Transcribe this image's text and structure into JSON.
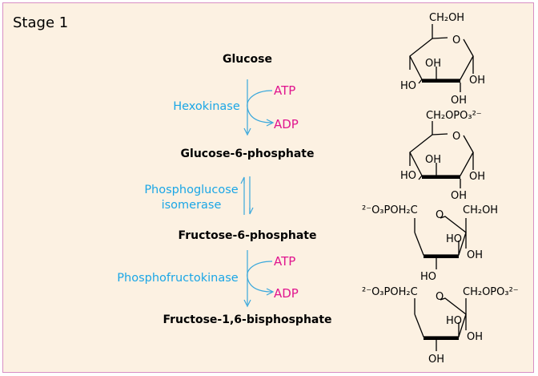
{
  "stage_label": "Stage 1",
  "metabolites": {
    "glucose": "Glucose",
    "g6p": "Glucose-6-phosphate",
    "f6p": "Fructose-6-phosphate",
    "f16bp": "Fructose-1,6-bisphosphate"
  },
  "enzymes": {
    "hexokinase": "Hexokinase",
    "pgi_line1": "Phosphoglucose",
    "pgi_line2": "isomerase",
    "pfk": "Phosphofructokinase"
  },
  "cofactors": {
    "atp1": "ATP",
    "adp1": "ADP",
    "atp2": "ATP",
    "adp2": "ADP"
  },
  "structures": {
    "glucose": {
      "c6": "CH₂OH",
      "ring_o": "O",
      "oh3": "OH",
      "oh4": "HO",
      "oh1": "OH",
      "oh2": "OH"
    },
    "g6p": {
      "c6": "CH₂OPO₃²⁻",
      "ring_o": "O",
      "oh3": "OH",
      "oh4": "HO",
      "oh1": "OH",
      "oh2": "OH"
    },
    "f6p": {
      "left": "²⁻O₃POH₂C",
      "right": "CH₂OH",
      "ring_o": "O",
      "ho": "HO",
      "oh_right": "OH",
      "oh_bottom": "HO"
    },
    "f16bp": {
      "left": "²⁻O₃POH₂C",
      "right": "CH₂OPO₃²⁻",
      "ring_o": "O",
      "ho": "HO",
      "oh_right": "OH",
      "oh_bottom": "OH"
    }
  },
  "colors": {
    "enzyme": "#1aa6e6",
    "cofactor": "#e0158f",
    "arrow": "#3aa8dc",
    "border": "#d88ec4",
    "background": "#fcf1e2"
  }
}
